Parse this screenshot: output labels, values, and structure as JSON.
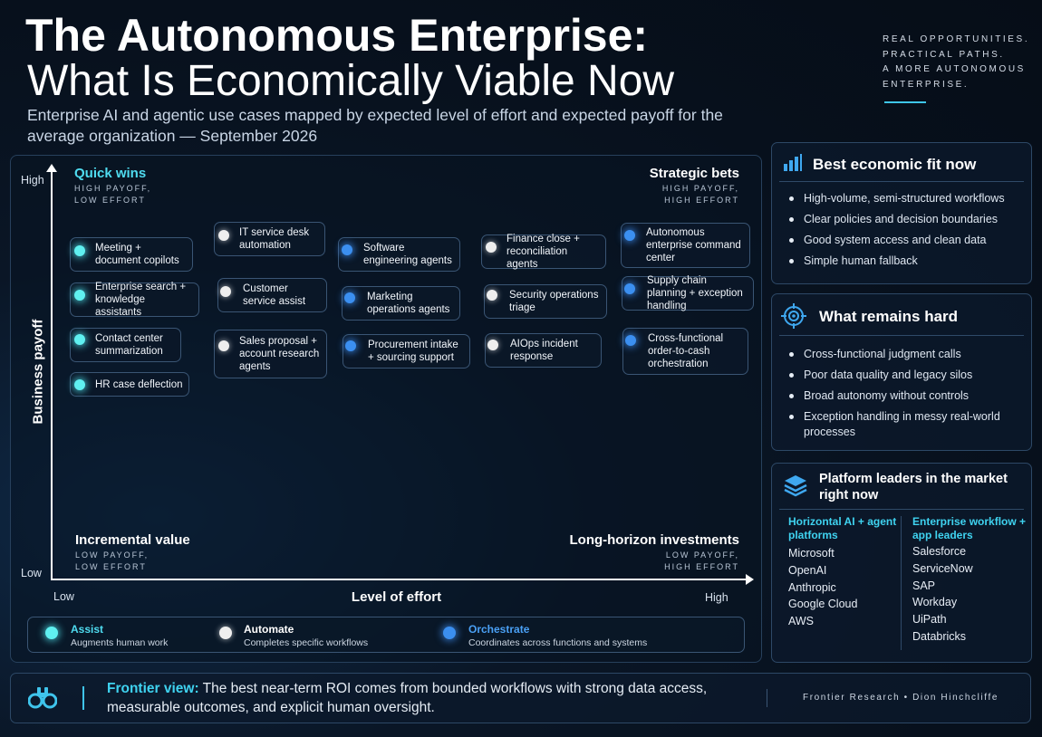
{
  "header": {
    "title_line1": "The Autonomous Enterprise:",
    "title_line2": "What Is Economically Viable Now",
    "subtitle": "Enterprise AI and agentic use cases mapped by expected level of effort and expected payoff for the average organization — September 2026",
    "tagline": [
      "REAL OPPORTUNITIES.",
      "PRACTICAL PATHS.",
      "A MORE AUTONOMOUS",
      "ENTERPRISE."
    ]
  },
  "matrix": {
    "y_axis": {
      "label": "Business payoff",
      "high": "High",
      "low": "Low"
    },
    "x_axis": {
      "label": "Level of effort",
      "low": "Low",
      "high": "High"
    },
    "quadrants": {
      "quick_wins": {
        "title": "Quick wins",
        "sub1": "HIGH PAYOFF,",
        "sub2": "LOW EFFORT"
      },
      "strategic_bets": {
        "title": "Strategic bets",
        "sub1": "HIGH PAYOFF,",
        "sub2": "HIGH EFFORT"
      },
      "incremental_value": {
        "title": "Incremental value",
        "sub1": "LOW PAYOFF,",
        "sub2": "LOW EFFORT"
      },
      "long_horizon": {
        "title": "Long-horizon investments",
        "sub1": "LOW PAYOFF,",
        "sub2": "HIGH EFFORT"
      }
    },
    "use_cases": [
      {
        "label": "Meeting + document copilots",
        "category": "Assist"
      },
      {
        "label": "Enterprise search + knowledge assistants",
        "category": "Assist"
      },
      {
        "label": "Contact center summarization",
        "category": "Assist"
      },
      {
        "label": "HR case deflection",
        "category": "Assist"
      },
      {
        "label": "IT service desk automation",
        "category": "Automate"
      },
      {
        "label": "Customer service assist",
        "category": "Automate"
      },
      {
        "label": "Sales proposal + account research agents",
        "category": "Automate"
      },
      {
        "label": "Software engineering agents",
        "category": "Orchestrate"
      },
      {
        "label": "Marketing operations agents",
        "category": "Orchestrate"
      },
      {
        "label": "Procurement intake + sourcing support",
        "category": "Orchestrate"
      },
      {
        "label": "Finance close + reconciliation agents",
        "category": "Automate"
      },
      {
        "label": "Security operations triage",
        "category": "Automate"
      },
      {
        "label": "AIOps incident response",
        "category": "Automate"
      },
      {
        "label": "Autonomous enterprise command center",
        "category": "Orchestrate"
      },
      {
        "label": "Supply chain planning + exception handling",
        "category": "Orchestrate"
      },
      {
        "label": "Cross-functional order-to-cash orchestration",
        "category": "Orchestrate"
      }
    ],
    "legend": [
      {
        "name": "Assist",
        "desc": "Augments human work",
        "color": "#5ff0f0"
      },
      {
        "name": "Automate",
        "desc": "Completes specific workflows",
        "color": "#eeeeee"
      },
      {
        "name": "Orchestrate",
        "desc": "Coordinates across functions and systems",
        "color": "#3b8ff0"
      }
    ]
  },
  "best_fit": {
    "title": "Best economic fit now",
    "items": [
      "High-volume, semi-structured workflows",
      "Clear policies and decision boundaries",
      "Good system access and clean data",
      "Simple human fallback"
    ]
  },
  "remains_hard": {
    "title": "What remains hard",
    "items": [
      "Cross-functional judgment calls",
      "Poor data quality and legacy silos",
      "Broad autonomy without controls",
      "Exception handling in messy real-world processes"
    ]
  },
  "platform_leaders": {
    "title": "Platform leaders in the market right now",
    "col1_head": "Horizontal AI + agent platforms",
    "col1": [
      "Microsoft",
      "OpenAI",
      "Anthropic",
      "Google Cloud",
      "AWS"
    ],
    "col2_head": "Enterprise workflow + app leaders",
    "col2": [
      "Salesforce",
      "ServiceNow",
      "SAP",
      "Workday",
      "UiPath",
      "Databricks"
    ]
  },
  "footer": {
    "lead": "Frontier view:",
    "text": "The best near-term ROI comes from bounded workflows with strong data access, measurable outcomes, and explicit human oversight.",
    "credit": "Frontier Research  •  Dion Hinchcliffe"
  },
  "colors": {
    "assist": "#5ff0f0",
    "automate": "#eeeeee",
    "orchestrate": "#3b8ff0",
    "accent": "#3fd3f0"
  }
}
